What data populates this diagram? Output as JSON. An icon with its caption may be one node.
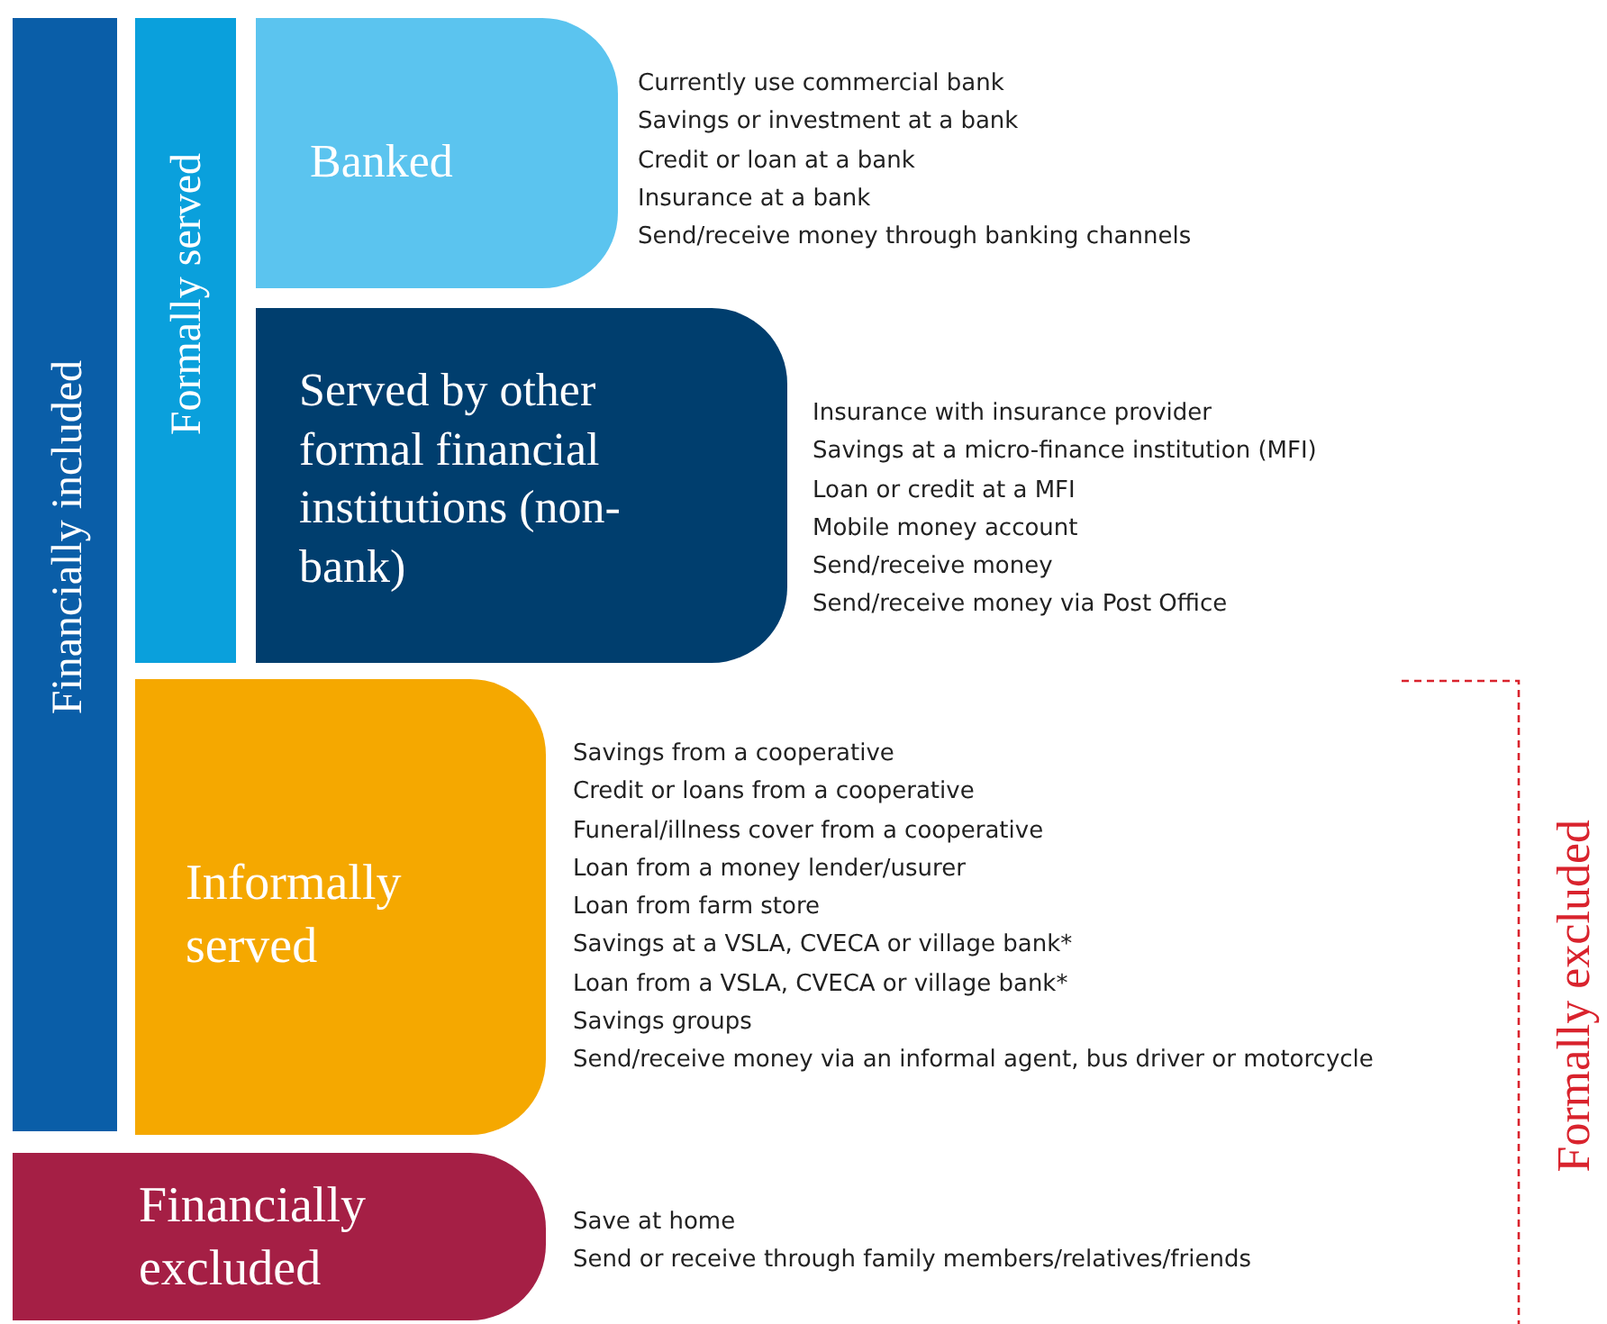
{
  "diagram": {
    "nodes": [
      {
        "text": [
          "Financially included"
        ]
      },
      {
        "text": [
          "Formally served"
        ]
      },
      {
        "text": [
          "Banked"
        ],
        "beside": [
          "Currently use commercial bank",
          "Savings or investment at a bank",
          "Credit or loan at a bank",
          "Insurance at a bank",
          "Send/receive money through banking channels"
        ]
      },
      {
        "text": [
          "Served by other formal financial institutions (non-bank)"
        ],
        "beside": [
          "Insurance with insurance provider",
          "Savings at a micro-finance institution (MFI)",
          "Loan or credit at a MFI",
          "Mobile money account",
          "Send/receive money",
          "Send/receive money via Post Office"
        ]
      },
      {
        "text": [
          "Informally served"
        ],
        "beside": [
          "Savings from a cooperative",
          "Credit or loans from a cooperative",
          "Funeral/illness cover from a cooperative",
          "Loan from a money lender/usurer",
          "Loan from farm store",
          "Savings at a VSLA, CVECA or village bank*",
          "Loan from a VSLA, CVECA or village bank*",
          "Savings groups",
          "Send/receive money via an informal agent, bus driver or motorcycle"
        ]
      },
      {
        "text": [
          "Financially excluded"
        ],
        "beside": [
          "Save at home",
          "Send or receive through family members/relatives/friends"
        ]
      }
    ],
    "labels": [
      "Formally excluded"
    ]
  }
}
